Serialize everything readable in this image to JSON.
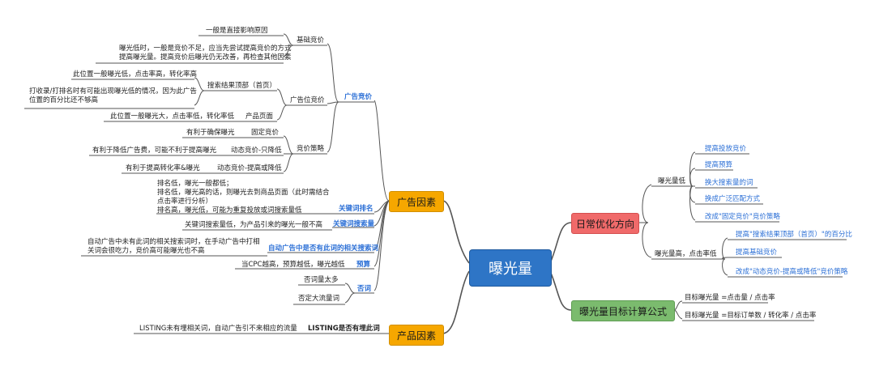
{
  "central": "曝光量",
  "left": {
    "ad_factors": {
      "title": "广告因素",
      "bid": {
        "title": "广告竞价",
        "base_bid": {
          "title": "基础竞价",
          "c1": "一般是直接影响原因",
          "c2": "曝光低时，一般是竞价不足，应当先尝试提高竞价的方式\n提高曝光量。提高竞价后曝光仍无改善，再检查其他因素"
        },
        "placement_bid": {
          "title": "广告位竞价",
          "top_search": "搜索结果顶部（首页）",
          "top_note1": "此位置一般曝光低，点击率高，转化率高",
          "top_note2": "打收录/打排名时有可能出现曝光低的情况，因为此广告\n位置的百分比还不够高",
          "product_page": "产品页面",
          "product_note": "此位置一般曝光大，点击率低，转化率低"
        },
        "strategy": {
          "title": "竞价策略",
          "fixed": "固定竞价",
          "fixed_note": "有利于确保曝光",
          "down_only": "动态竞价-只降低",
          "down_note": "有利于降低广告费，可能不利于提高曝光",
          "up_down": "动态竞价-提高或降低",
          "up_down_note": "有利于提高转化率&曝光"
        }
      },
      "keyword_rank": {
        "title": "关键词排名",
        "note": "排名低，曝光一般都低；\n排名低，曝光高的话，则曝光去到商品页面（此时需结合\n点击率进行分析）\n排名高，曝光低，可能为重复投放或词搜索量低"
      },
      "keyword_volume": {
        "title": "关键词搜索量",
        "note": "关键词搜索量低，为产品引来的曝光一般不高"
      },
      "auto_ad": {
        "title": "自动广告中是否有此词的相关搜索词",
        "note": "自动广告中未有此词的相关搜索词时，在手动广告中打相\n关词会很吃力，竞价高可能曝光也不高"
      },
      "budget": {
        "title": "预算",
        "note": "当CPC越高，预算越低，曝光越低"
      },
      "negative": {
        "title": "否词",
        "n1": "否词量太多",
        "n2": "否定大流量词"
      }
    },
    "product_factors": {
      "title": "产品因素",
      "listing": {
        "title": "LISTING是否有埋此词",
        "note": "LISTING未有埋相关词，自动广告引不来相应的流量"
      }
    }
  },
  "right": {
    "optimize": {
      "title": "日常优化方向",
      "low": {
        "title": "曝光量低",
        "items": [
          "提高投放竞价",
          "提高预算",
          "换大搜索量的词",
          "换成广泛匹配方式",
          "改成\"固定竞价\"竞价策略"
        ]
      },
      "high_low_ctr": {
        "title": "曝光量高，点击率低",
        "items": [
          "提高\"搜索结果顶部（首页）\"的百分比",
          "提高基础竞价",
          "改成\"动态竞价-提高或降低\"竞价策略"
        ]
      }
    },
    "formula": {
      "title": "曝光量目标计算公式",
      "f1": "目标曝光量 =点击量 / 点击率",
      "f2": "目标曝光量 =目标订单数 / 转化率 / 点击率"
    }
  },
  "colors": {
    "central": "#2e75c6",
    "ad_factors": "#f6a700",
    "product_factors": "#f6a700",
    "optimize": "#f06a6a",
    "formula": "#7bbb6e",
    "highlight_text": "#2b6fd6",
    "connector": "#555555"
  }
}
